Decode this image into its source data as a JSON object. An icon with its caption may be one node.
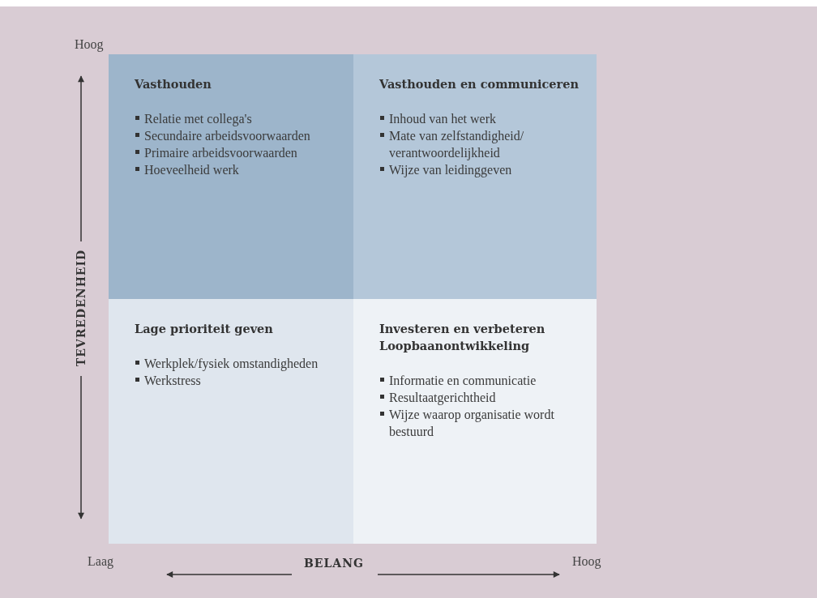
{
  "diagram": {
    "nodes": [
      {
        "text": [
          "Vasthouden",
          "Relatie met collega's",
          "Secundaire arbeidsvoorwaarden",
          "Primaire arbeidsvoorwaarden",
          "Hoeveelheid werk"
        ]
      },
      {
        "text": [
          "Vasthouden en communiceren",
          "Inhoud van het werk",
          "Mate van zelfstandigheid/ verantwoordelijkheid",
          "Wijze van leidinggeven"
        ]
      },
      {
        "text": [
          "Lage prioriteit geven",
          "Werkplek/fysiek omstandigheden",
          "Werkstress"
        ]
      },
      {
        "text": [
          "Investeren en verbeteren Loopbaanontwikkeling",
          "Informatie en communicatie",
          "Resultaatgerichtheid",
          "Wijze waarop organisatie wordt bestuurd"
        ]
      }
    ],
    "labels": [
      "Hoog",
      "TEVREDENHEID",
      "Laag",
      "BELANG",
      "Hoog"
    ]
  }
}
